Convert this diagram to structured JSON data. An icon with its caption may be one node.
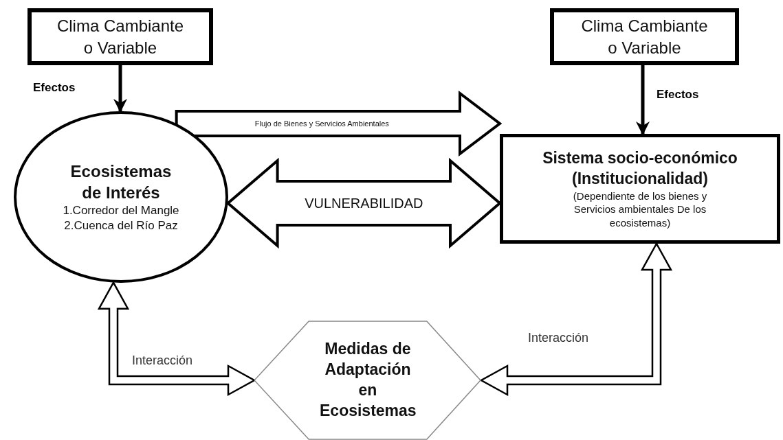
{
  "diagram": {
    "nodes": [
      {
        "text": [
          "Clima Cambiante o Variable"
        ]
      },
      {
        "text": [
          "Clima Cambiante o Variable"
        ]
      },
      {
        "text": [
          "Ecosistemas de Interés",
          "1.Corredor del Mangle",
          "2.Cuenca del Río Paz"
        ]
      },
      {
        "text": [
          "Sistema socio-económico (Institucionalidad)",
          "(Dependiente de los bienes y Servicios ambientales De los ecosistemas)"
        ]
      },
      {
        "text": [
          "Medidas de Adaptación en Ecosistemas"
        ]
      }
    ],
    "edges": [
      {
        "from": 0,
        "to": 2,
        "arrow": "to",
        "label": "Efectos"
      },
      {
        "from": 1,
        "to": 3,
        "arrow": "to",
        "label": "Efectos"
      },
      {
        "from": 2,
        "to": 3,
        "arrow": "to",
        "label": "Flujo de Bienes y Servicios Ambientales",
        "style": "thick"
      },
      {
        "from": 2,
        "to": 3,
        "arrow": "both",
        "label": "VULNERABILIDAD",
        "style": "thick"
      },
      {
        "from": 4,
        "to": 2,
        "arrow": "both",
        "label": "Interacción",
        "style": "thick"
      },
      {
        "from": 4,
        "to": 3,
        "arrow": "both",
        "label": "Interacción",
        "style": "thick"
      }
    ]
  }
}
